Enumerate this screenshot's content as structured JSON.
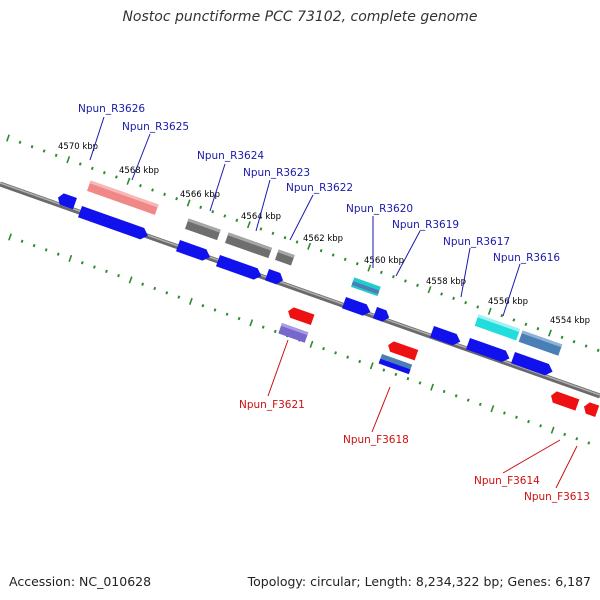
{
  "title": "Nostoc punctiforme PCC 73102, complete genome",
  "footer": {
    "accession": "Accession: NC_010628",
    "topology": "Topology: circular; Length: 8,234,322 bp; Genes: 6,187"
  },
  "colors": {
    "backbone": "#8a8a8a",
    "tick": "#2e8b2e",
    "cds_blue": "#1111ee",
    "cds_red": "#ee1111",
    "gene_gray": "#6e6e6e",
    "gene_pink": "#f08888",
    "gene_cyan": "#22dddd",
    "gene_steel": "#4a7fb5",
    "gene_purple": "#7766cc",
    "label_reverse": "#1a1aaa",
    "label_forward": "#cc1111"
  },
  "scale_labels": [
    "4570 kbp",
    "4568 kbp",
    "4566 kbp",
    "4564 kbp",
    "4562 kbp",
    "4560 kbp",
    "4558 kbp",
    "4556 kbp",
    "4554 kbp"
  ],
  "genes_reverse": [
    "Npun_R3626",
    "Npun_R3625",
    "Npun_R3624",
    "Npun_R3623",
    "Npun_R3622",
    "Npun_R3620",
    "Npun_R3619",
    "Npun_R3617",
    "Npun_R3616"
  ],
  "genes_forward": [
    "Npun_F3621",
    "Npun_F3618",
    "Npun_F3614",
    "Npun_F3613"
  ]
}
